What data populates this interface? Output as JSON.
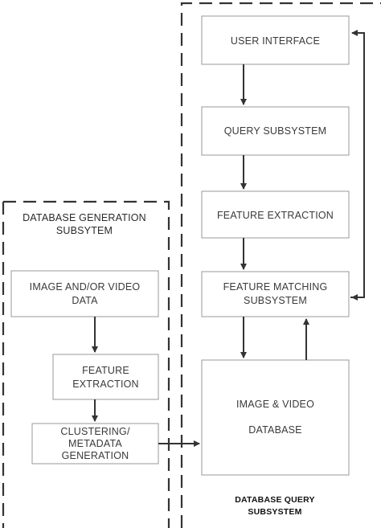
{
  "diagram": {
    "db_generation": {
      "label_line1": "DATABASE GENERATION",
      "label_line2": "SUBSYTEM",
      "box_image_line1": "IMAGE AND/OR VIDEO",
      "box_image_line2": "DATA",
      "box_feature_line1": "FEATURE",
      "box_feature_line2": "EXTRACTION",
      "box_cluster_line1": "CLUSTERING/",
      "box_cluster_line2": "METADATA",
      "box_cluster_line3": "GENERATION"
    },
    "db_query": {
      "label_line1": "DATABASE QUERY",
      "label_line2": "SUBSYSTEM",
      "box_ui": "USER INTERFACE",
      "box_query": "QUERY SUBSYSTEM",
      "box_feature": "FEATURE EXTRACTION",
      "box_match_line1": "FEATURE MATCHING",
      "box_match_line2": "SUBSYSTEM",
      "box_db_line1": "IMAGE & VIDEO",
      "box_db_line2": "DATABASE"
    }
  },
  "colors": {
    "box_border": "#999999",
    "dashed_border": "#333333",
    "arrow": "#333333",
    "text": "#3a3a3a"
  }
}
